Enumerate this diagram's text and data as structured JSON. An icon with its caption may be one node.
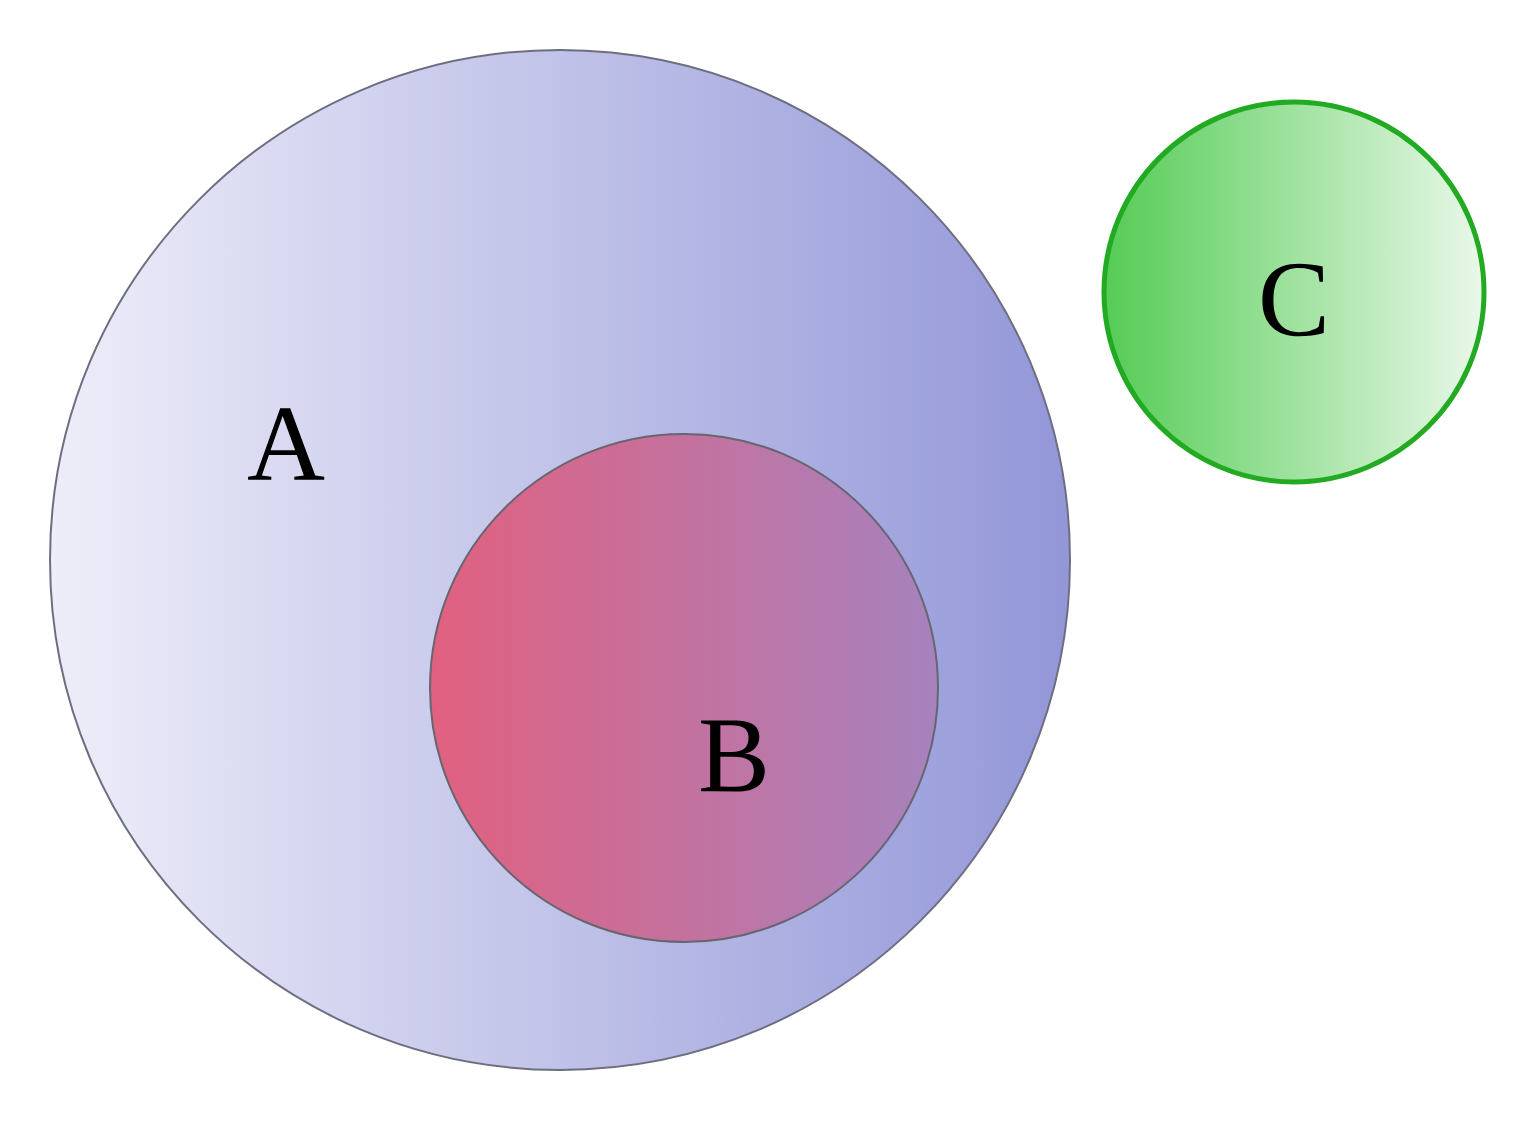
{
  "diagram": {
    "nodes": [
      {
        "text": [
          "A"
        ]
      },
      {
        "text": [
          "B"
        ],
        "in": 0
      },
      {
        "text": [
          "C"
        ]
      }
    ]
  }
}
